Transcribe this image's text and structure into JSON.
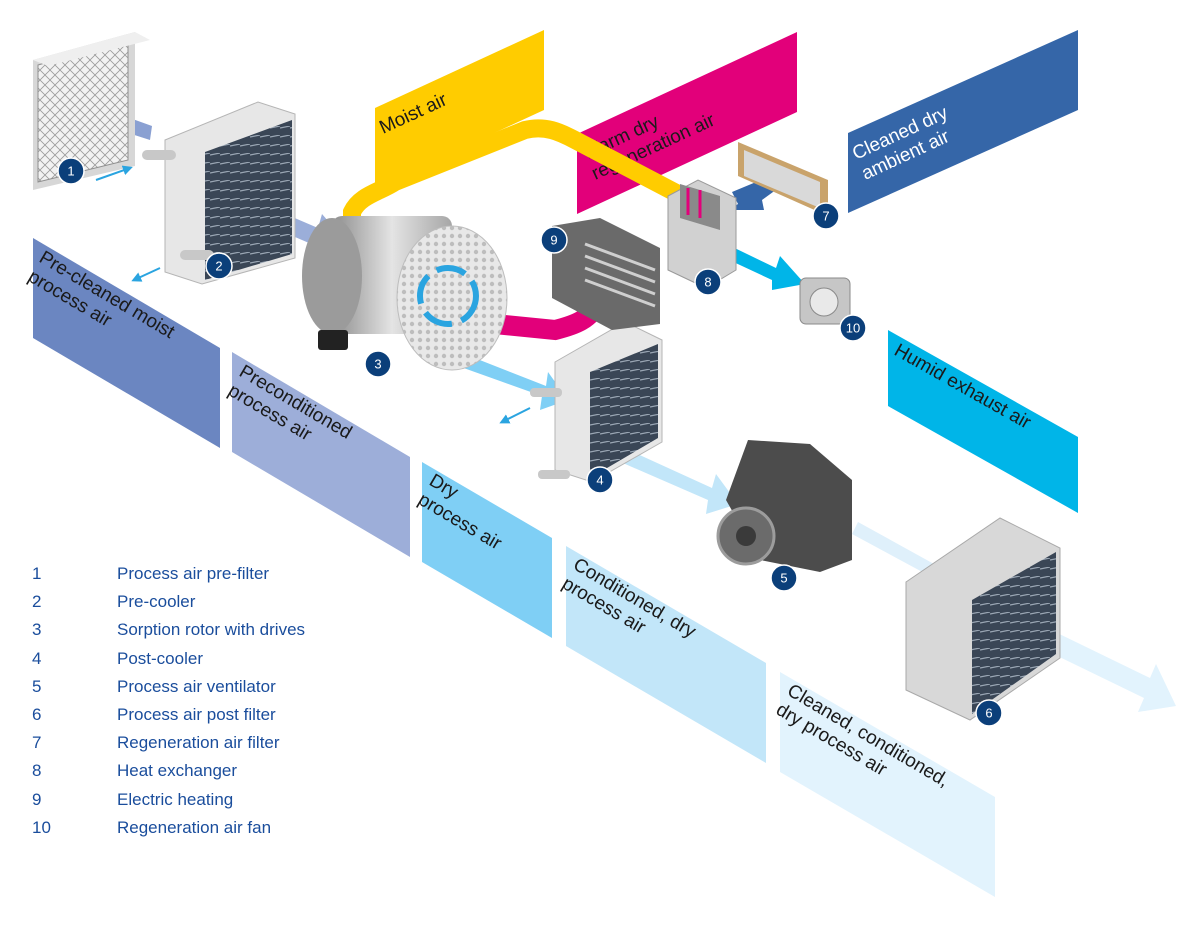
{
  "banners": {
    "pre_cleaned": [
      "Pre-cleaned moist",
      "process air"
    ],
    "preconditioned": [
      "Preconditioned",
      "process air"
    ],
    "dry": [
      "Dry",
      "process air"
    ],
    "conditioned": [
      "Conditioned, dry",
      "process air"
    ],
    "cleaned_conditioned": [
      "Cleaned, conditioned,",
      "dry process air"
    ],
    "moist_air": [
      "Moist air"
    ],
    "warm_dry": [
      "Warm dry",
      "regeneration air"
    ],
    "cleaned_dry": [
      "Cleaned dry",
      "ambient air"
    ],
    "humid_exhaust": [
      "Humid exhaust air"
    ]
  },
  "badges": [
    "1",
    "2",
    "3",
    "4",
    "5",
    "6",
    "7",
    "8",
    "9",
    "10"
  ],
  "legend": [
    {
      "num": "1",
      "label": "Process air pre-filter"
    },
    {
      "num": "2",
      "label": "Pre-cooler"
    },
    {
      "num": "3",
      "label": "Sorption rotor with drives"
    },
    {
      "num": "4",
      "label": "Post-cooler"
    },
    {
      "num": "5",
      "label": "Process air ventilator"
    },
    {
      "num": "6",
      "label": "Process air post filter"
    },
    {
      "num": "7",
      "label": "Regeneration air filter"
    },
    {
      "num": "8",
      "label": "Heat exchanger"
    },
    {
      "num": "9",
      "label": "Electric heating"
    },
    {
      "num": "10",
      "label": "Regeneration air fan"
    }
  ],
  "colors": {
    "moist_air": "#ffcc00",
    "regeneration_air": "#e2007a",
    "ambient_air": "#3566a8",
    "exhaust_air": "#00b5e8",
    "process_pre_cleaned": "#6b86c1",
    "process_preconditioned": "#9daed9",
    "process_dry": "#7fcff5",
    "process_conditioned": "#c2e6f9",
    "process_cleaned": "#e2f3fd",
    "badge": "#0b3f7a",
    "legend_text": "#1a4d9c"
  }
}
